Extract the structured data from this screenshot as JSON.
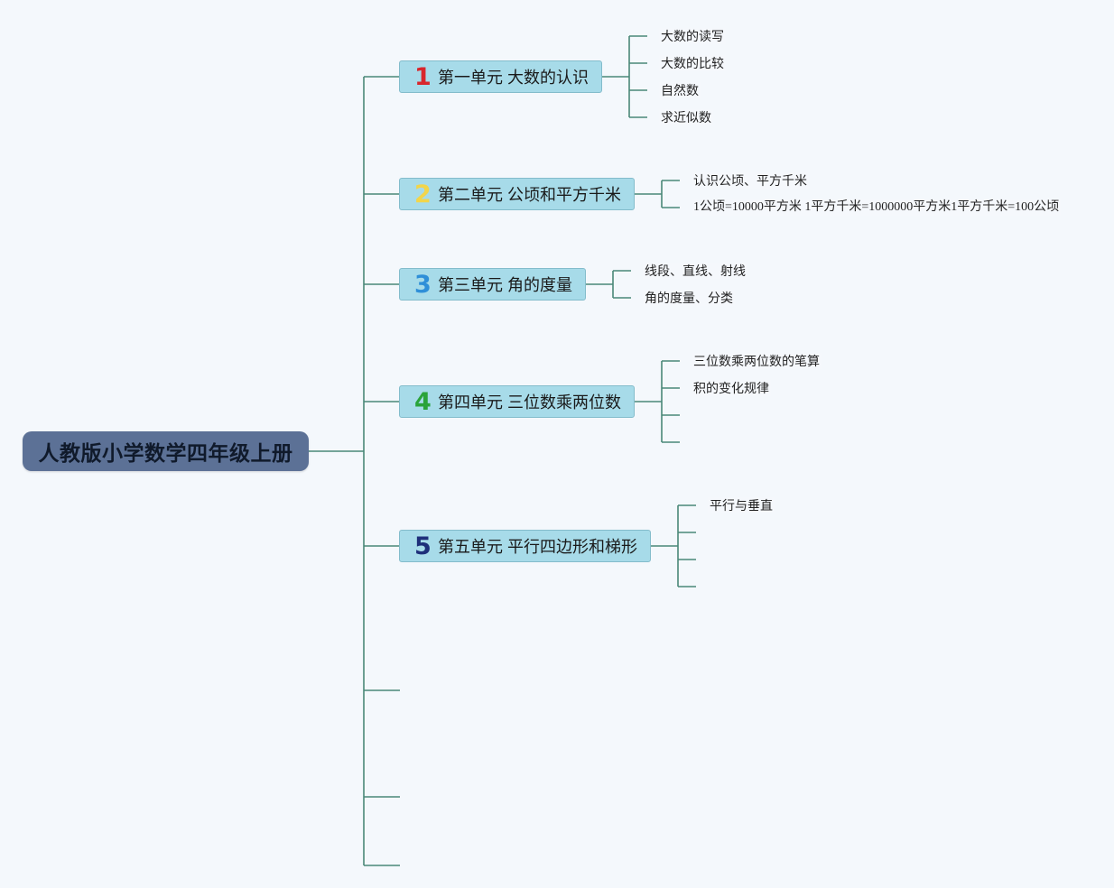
{
  "root": {
    "label": "人教版小学数学四年级上册"
  },
  "units": [
    {
      "number": "1",
      "number_color": "#d8262c",
      "label": "第一单元 大数的认识",
      "topics": [
        "大数的读写",
        "大数的比较",
        "自然数",
        "求近似数"
      ]
    },
    {
      "number": "2",
      "number_color": "#f2d54a",
      "label": "第二单元 公顷和平方千米",
      "topics": [
        "认识公顷、平方千米",
        "1公顷=10000平方米 1平方千米=1000000平方米1平方千米=100公顷"
      ]
    },
    {
      "number": "3",
      "number_color": "#2f8fd8",
      "label": "第三单元 角的度量",
      "topics": [
        "线段、直线、射线",
        "角的度量、分类"
      ]
    },
    {
      "number": "4",
      "number_color": "#2aa33a",
      "label": "第四单元 三位数乘两位数",
      "topics": [
        "三位数乘两位数的笔算",
        "积的变化规律",
        "",
        ""
      ]
    },
    {
      "number": "5",
      "number_color": "#1e2f7a",
      "label": "第五单元 平行四边形和梯形",
      "topics": [
        "平行与垂直",
        "",
        "",
        ""
      ]
    },
    {
      "number": "",
      "number_color": "",
      "label": "",
      "topics": []
    },
    {
      "number": "",
      "number_color": "",
      "label": "",
      "topics": []
    },
    {
      "number": "",
      "number_color": "",
      "label": "",
      "topics": []
    }
  ],
  "colors": {
    "connector": "#4a8878",
    "root_fill": "#5c7196",
    "unit_fill": "#a7dbe9"
  }
}
